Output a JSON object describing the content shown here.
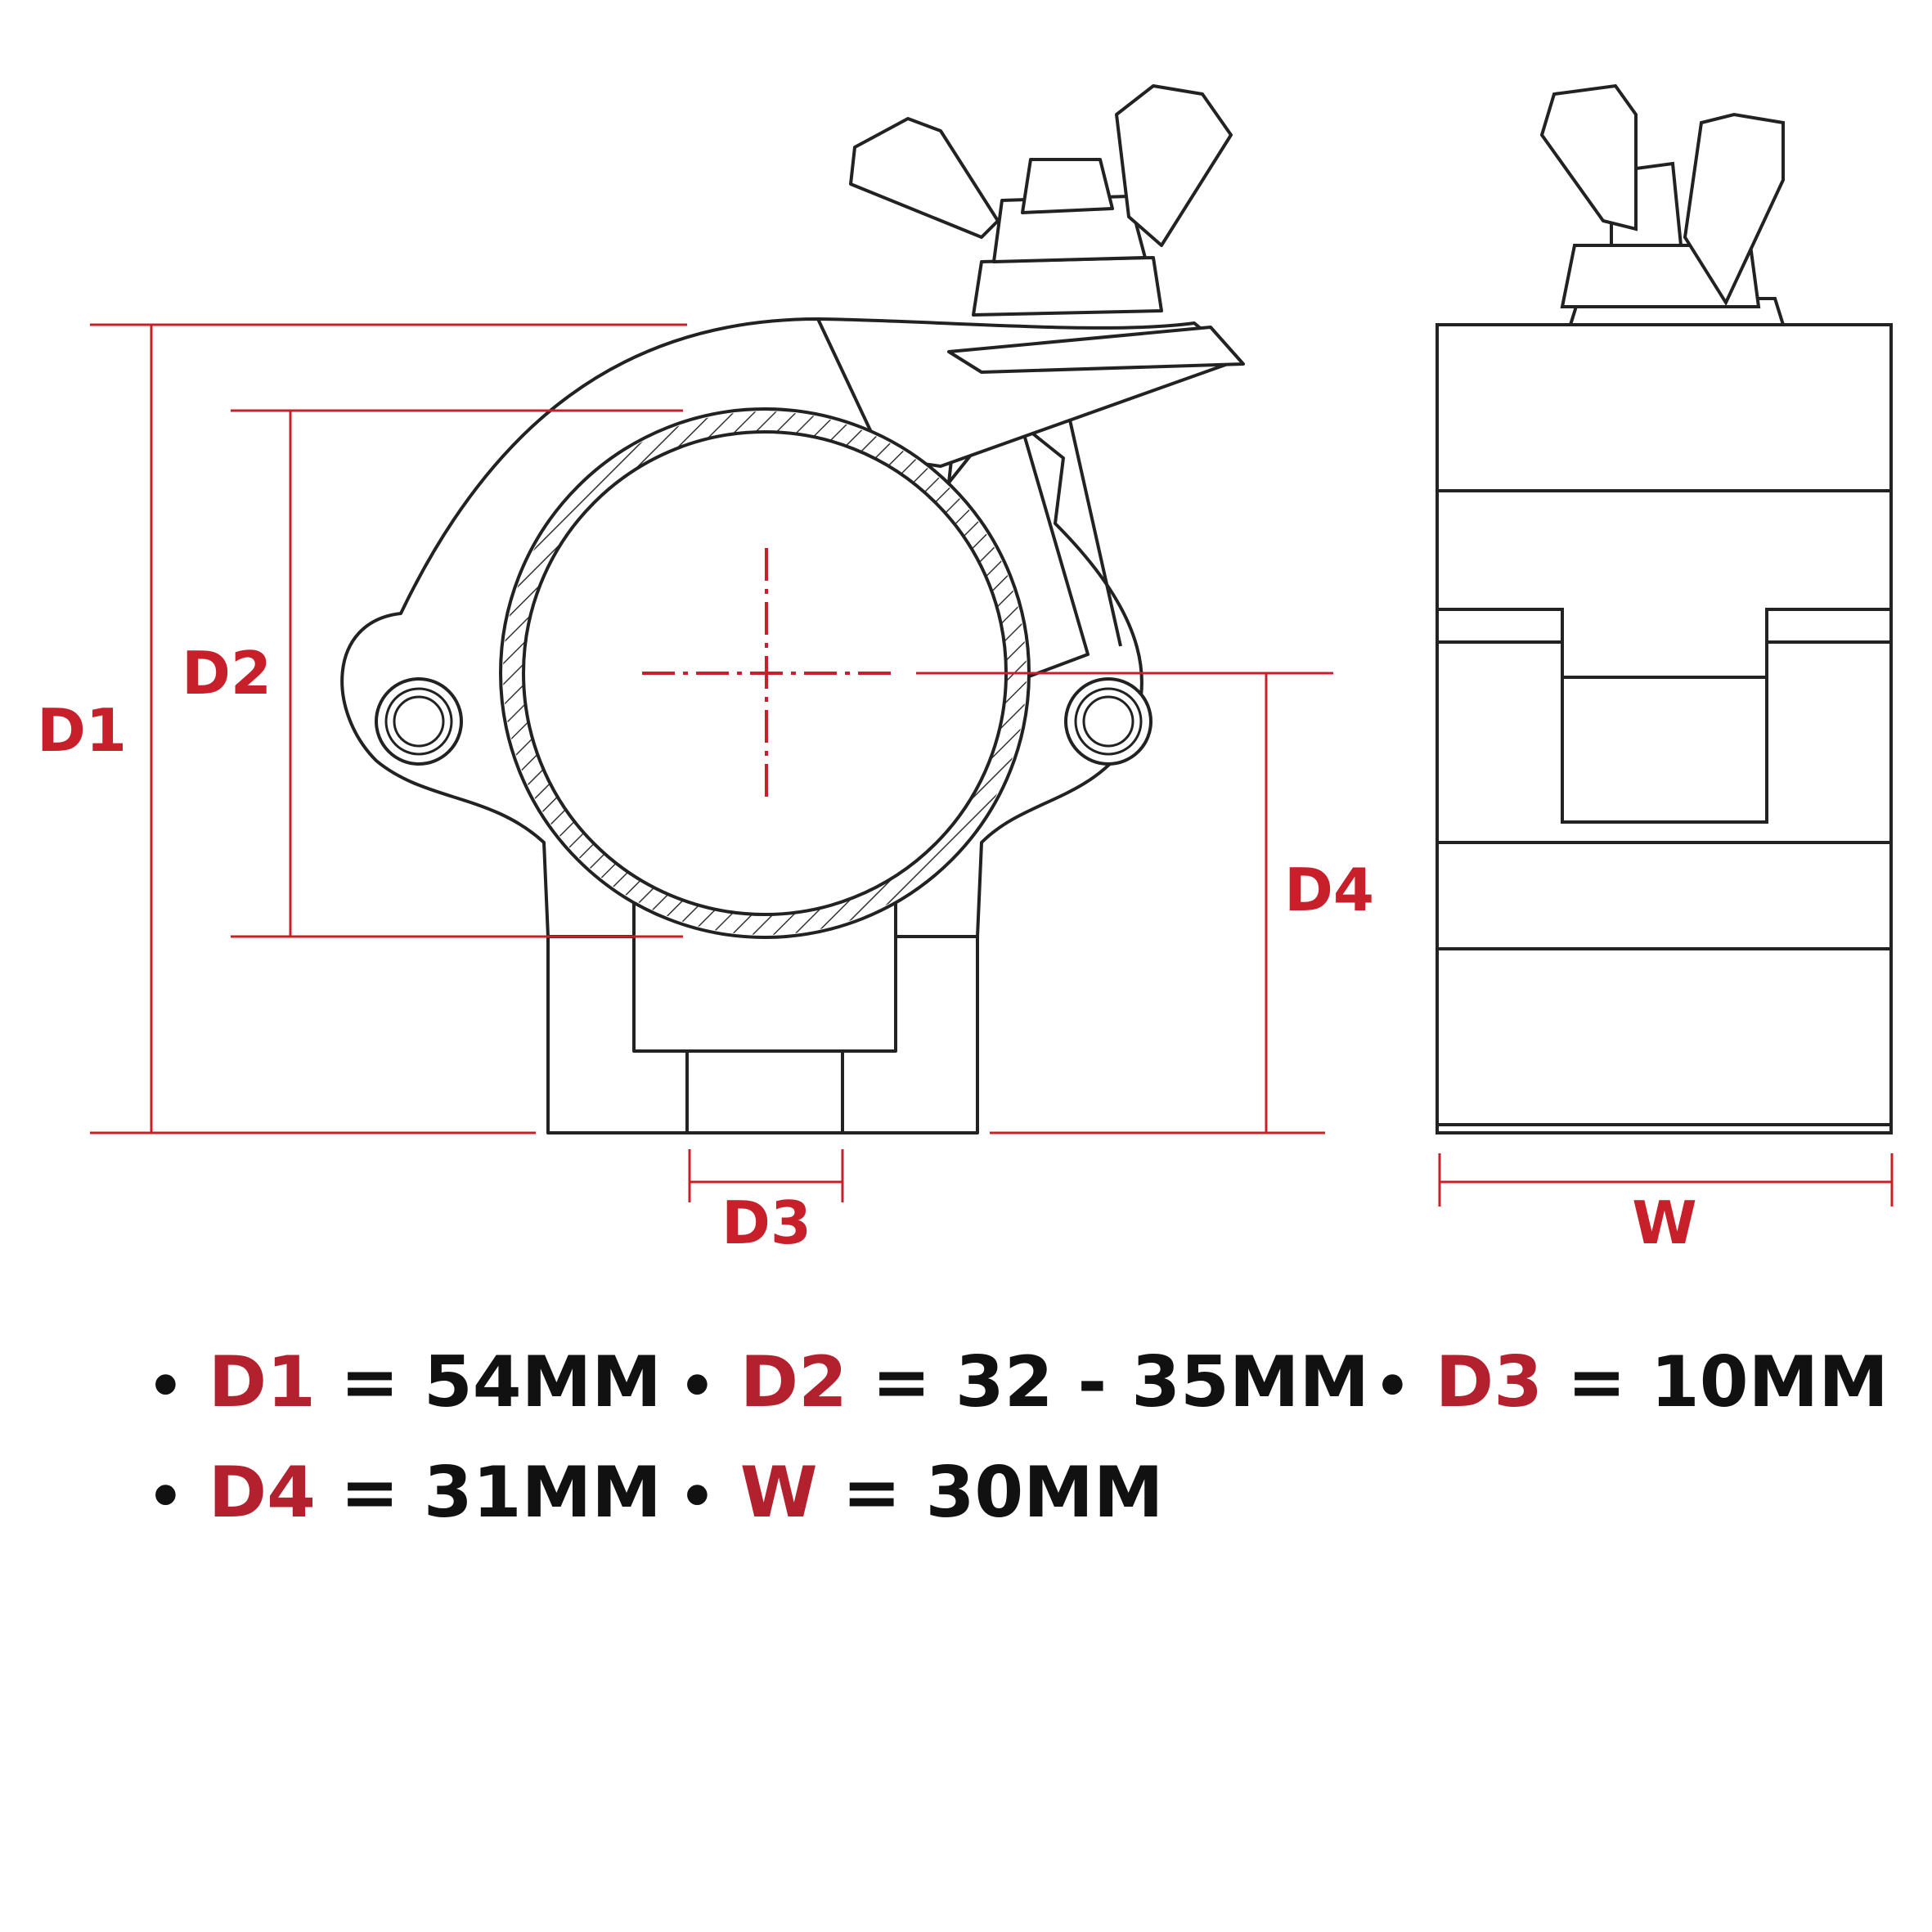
{
  "labels": {
    "d1": "D1",
    "d2": "D2",
    "d3": "D3",
    "d4": "D4",
    "w": "W"
  },
  "specs": [
    {
      "key": "D1",
      "value": "= 54MM"
    },
    {
      "key": "D2",
      "value": "= 32 - 35MM"
    },
    {
      "key": "D3",
      "value": "= 10MM"
    },
    {
      "key": "D4",
      "value": "= 31MM"
    },
    {
      "key": "W",
      "value": "= 30MM"
    }
  ],
  "bullet": "•",
  "colors": {
    "dimension": "#c8202a",
    "key_text": "#b3212e",
    "outline": "#222222"
  }
}
